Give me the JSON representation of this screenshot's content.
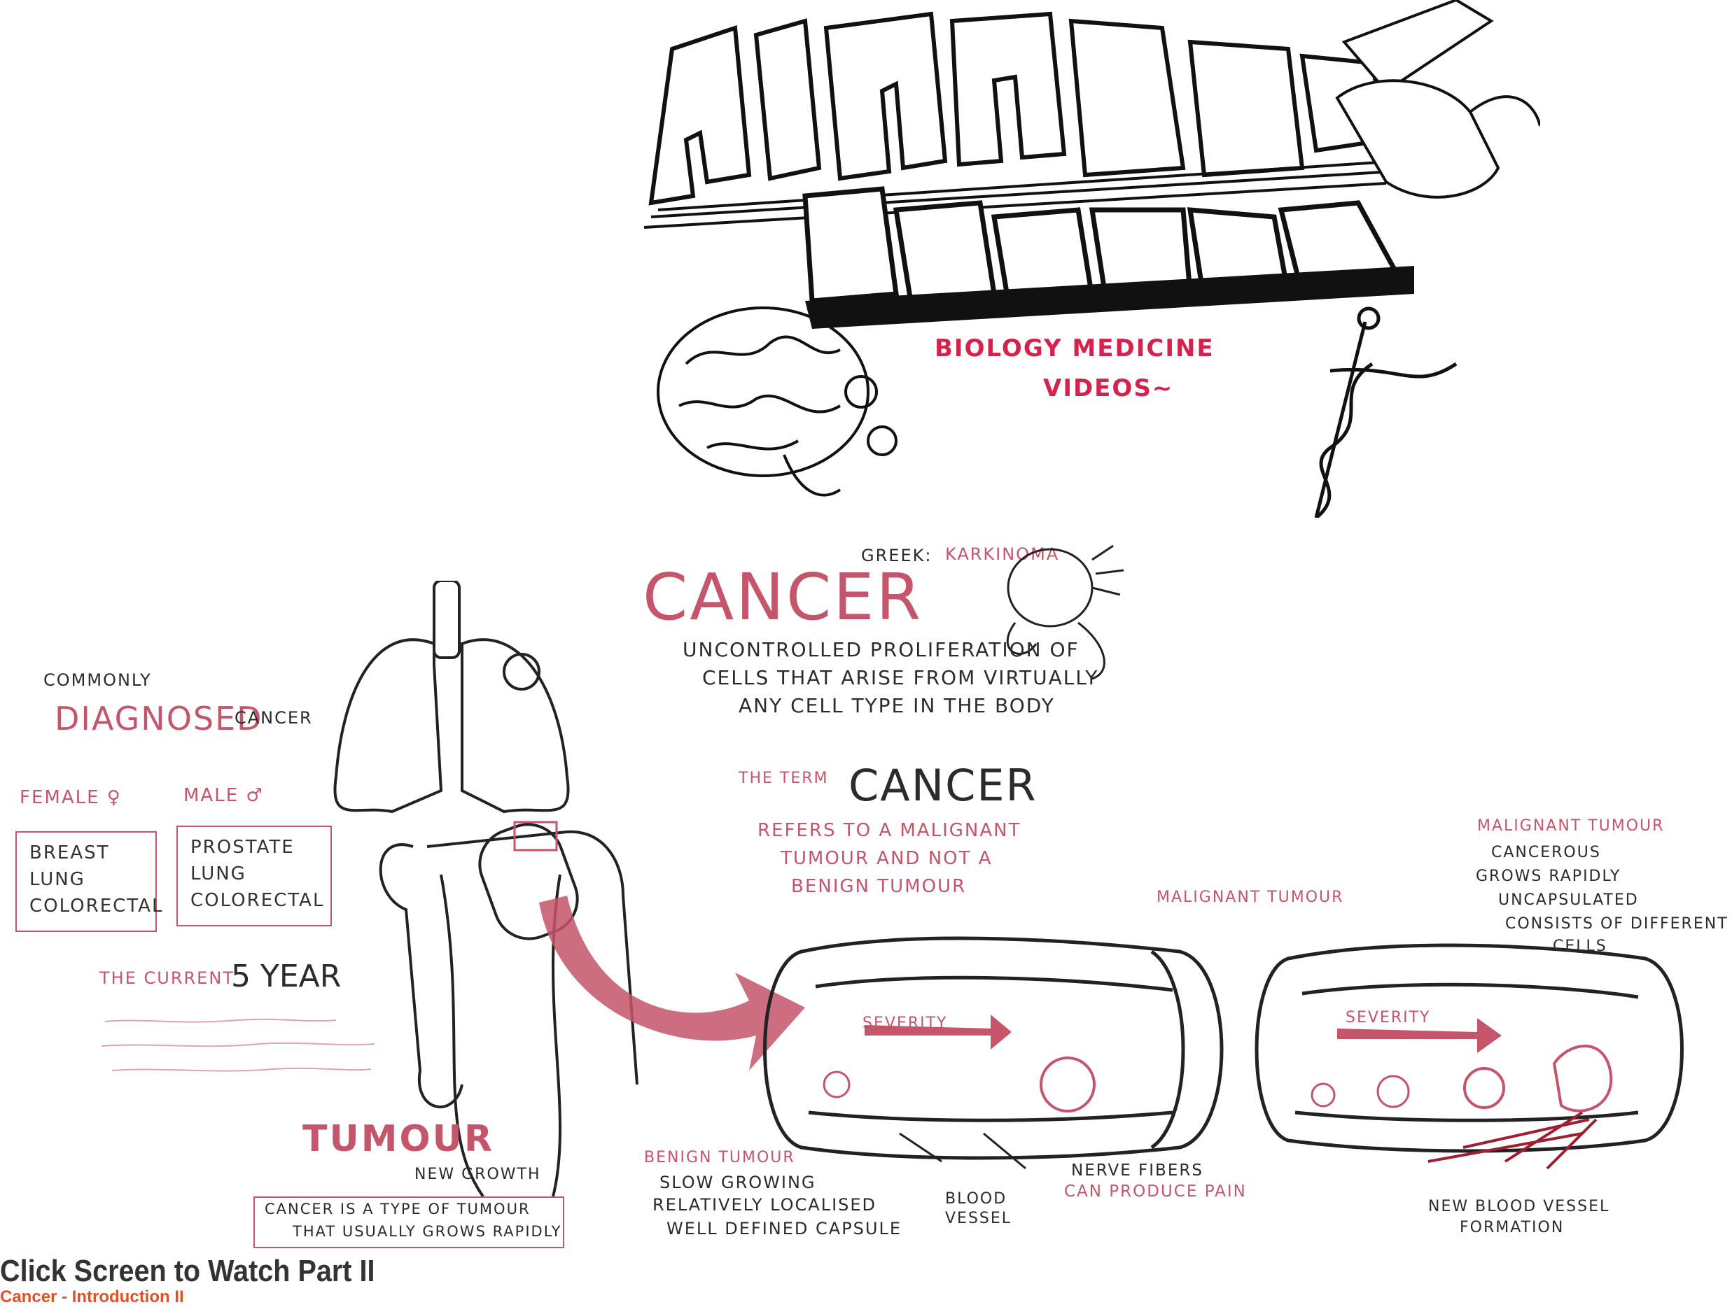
{
  "header": {
    "logo_line1": "ARMANDO",
    "logo_line2": "HASUDUNGAN",
    "tagline_1": "BIOLOGY MEDICINE",
    "tagline_2": "VIDEOS~"
  },
  "definition": {
    "greek": "GREEK:",
    "greek_word": "KARKINOMA",
    "title": "CANCER",
    "line1": "UNCONTROLLED PROLIFERATION OF",
    "line2": "CELLS THAT ARISE FROM VIRTUALLY",
    "line3": "ANY CELL TYPE IN THE BODY"
  },
  "term": {
    "prefix": "THE TERM",
    "word": "CANCER",
    "line1": "REFERS TO A MALIGNANT",
    "line2": "TUMOUR AND NOT A",
    "line3": "BENIGN TUMOUR"
  },
  "diagnosed": {
    "line1": "COMMONLY",
    "big": "DIAGNOSED",
    "small": "CANCER",
    "female_label": "FEMALE ♀",
    "male_label": "MALE ♂",
    "female_list": [
      "BREAST",
      "LUNG",
      "COLORECTAL"
    ],
    "male_list": [
      "PROSTATE",
      "LUNG",
      "COLORECTAL"
    ]
  },
  "survival": {
    "prefix": "THE CURRENT",
    "big": "5 YEAR"
  },
  "tumour": {
    "title": "TUMOUR",
    "subtitle": "NEW GROWTH",
    "box_line1": "CANCER IS A TYPE OF TUMOUR",
    "box_line2": "THAT USUALLY GROWS RAPIDLY"
  },
  "benign": {
    "title": "BENIGN TUMOUR",
    "line1": "SLOW GROWING",
    "line2": "RELATIVELY LOCALISED",
    "line3": "WELL DEFINED CAPSULE",
    "severity": "SEVERITY",
    "blood_vessel": "BLOOD VESSEL",
    "nerve_1": "NERVE FIBERS",
    "nerve_2": "CAN PRODUCE PAIN"
  },
  "malignant": {
    "label_mid": "MALIGNANT TUMOUR",
    "label_top": "MALIGNANT TUMOUR",
    "props": [
      "CANCEROUS",
      "GROWS RAPIDLY",
      "UNCAPSULATED",
      "CONSISTS OF DIFFERENT",
      "CELLS"
    ],
    "severity": "SEVERITY",
    "vessel_1": "NEW BLOOD VESSEL",
    "vessel_2": "FORMATION"
  },
  "footer": {
    "title": "Click Screen to Watch Part II",
    "subtitle": "Cancer - Introduction II"
  },
  "colors": {
    "accent": "#c4556a",
    "ink": "#2b2b2b",
    "footer_sub": "#e0512a"
  }
}
